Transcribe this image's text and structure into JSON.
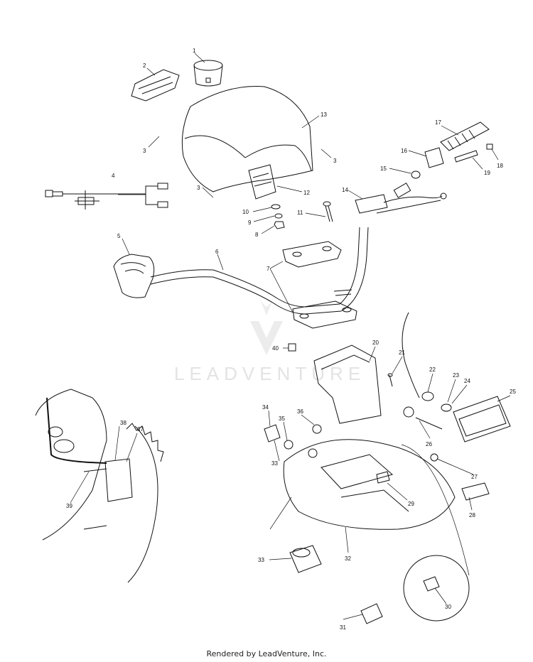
{
  "watermark": {
    "text": "LEADVENTURE"
  },
  "footer": {
    "text": "Rendered by LeadVenture, Inc."
  },
  "callouts": [
    "1",
    "2",
    "3",
    "3",
    "3",
    "4",
    "5",
    "6",
    "7",
    "8",
    "9",
    "10",
    "11",
    "12",
    "13",
    "14",
    "15",
    "16",
    "17",
    "18",
    "19",
    "20",
    "21",
    "22",
    "23",
    "24",
    "25",
    "26",
    "27",
    "28",
    "29",
    "30",
    "31",
    "32",
    "33",
    "33",
    "34",
    "35",
    "36",
    "37",
    "38",
    "39",
    "40"
  ]
}
